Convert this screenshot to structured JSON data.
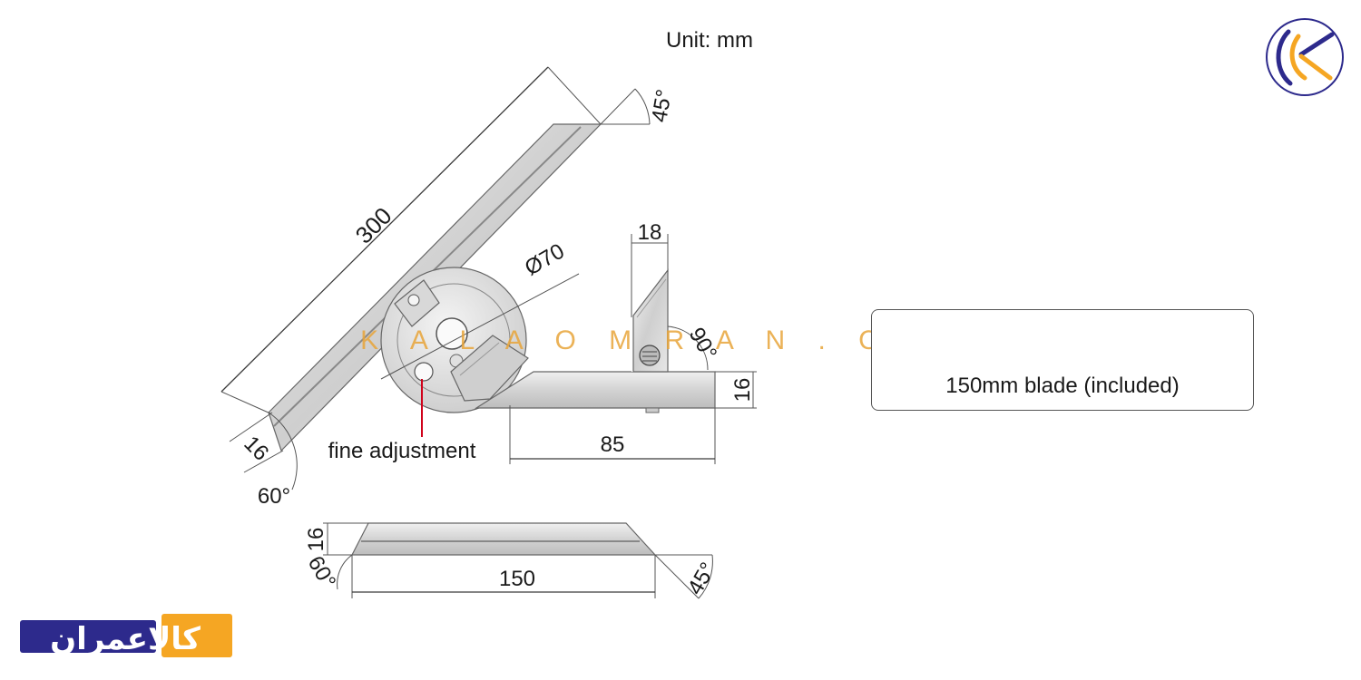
{
  "header": {
    "unit": "Unit: mm"
  },
  "dimensions": {
    "blade_length": "300",
    "blade_angle_top": "45°",
    "blade_width": "16",
    "blade_angle_bottom": "60°",
    "dial_diameter": "Ø70",
    "stock_thickness": "18",
    "right_angle": "90°",
    "stock_height": "16",
    "stock_length": "85",
    "fine_adjustment_label": "fine adjustment",
    "small_blade_height": "16",
    "small_blade_angle_left": "60°",
    "small_blade_length": "150",
    "small_blade_angle_right": "45°"
  },
  "inset": {
    "caption": "150mm blade (included)"
  },
  "watermark": {
    "text": "K A L A O M R A N . C O M"
  },
  "brand": {
    "logo_text": "کالاعمران",
    "colors": {
      "navy": "#2d2a8c",
      "orange": "#f5a623"
    }
  }
}
